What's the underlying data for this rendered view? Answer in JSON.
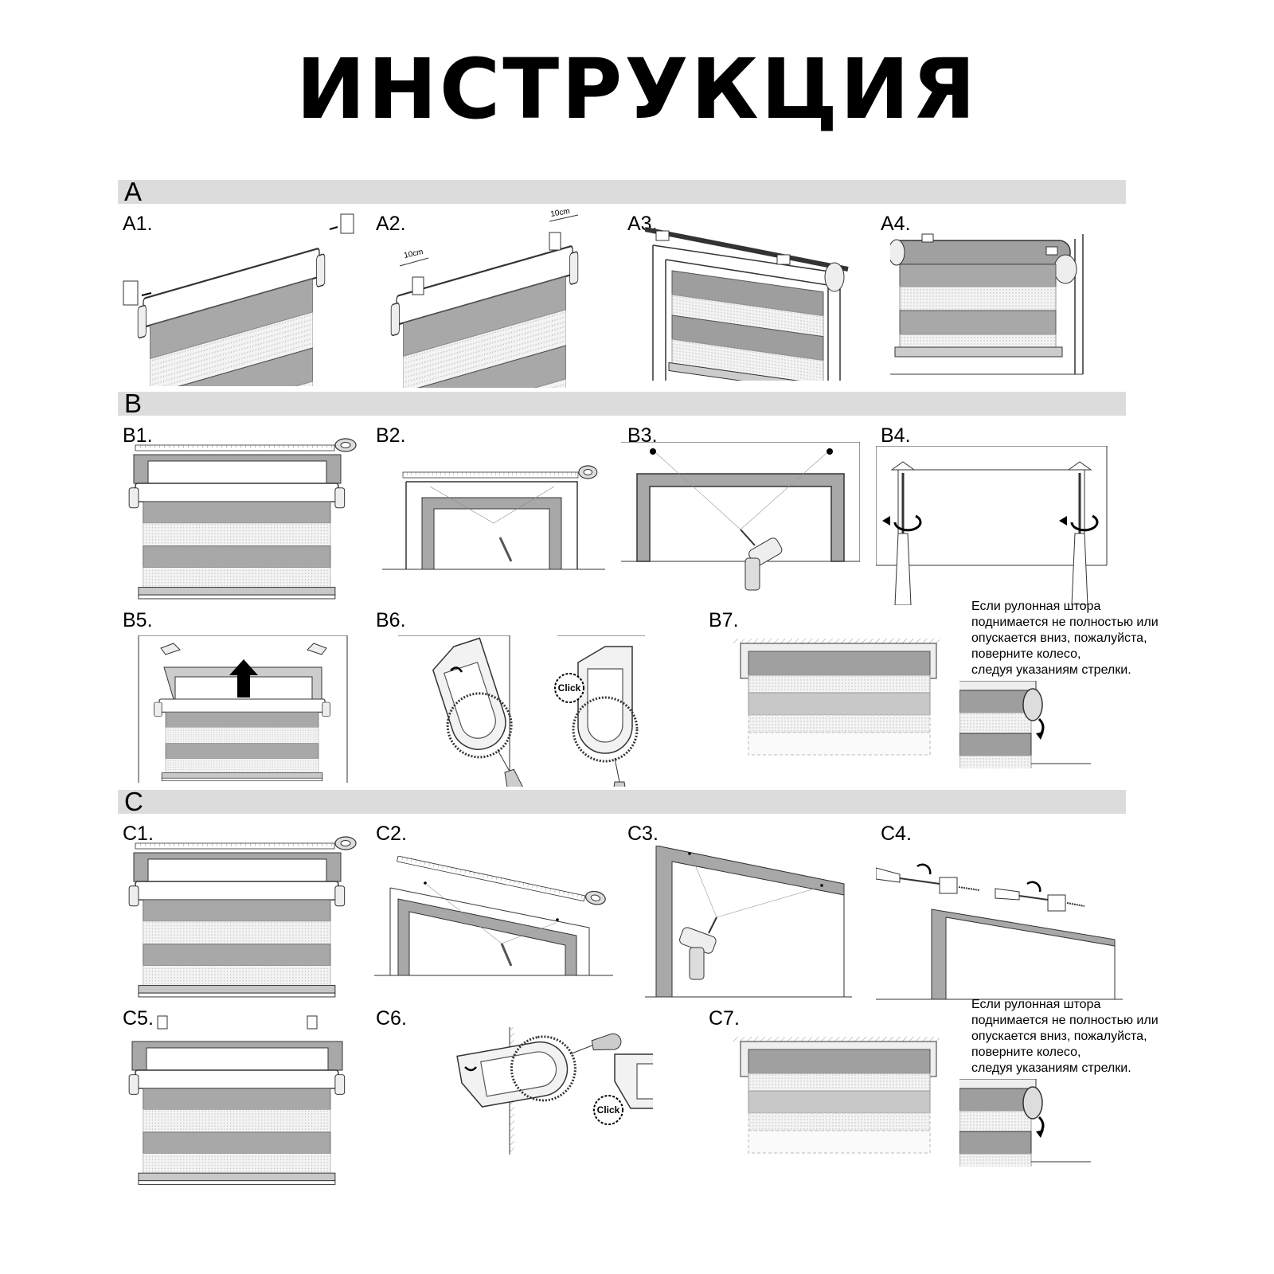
{
  "title": "ИНСТРУКЦИЯ",
  "sections": {
    "a": "A",
    "b": "B",
    "c": "C"
  },
  "steps": {
    "a1": "A1.",
    "a2": "A2.",
    "a3": "A3.",
    "a4": "A4.",
    "b1": "B1.",
    "b2": "B2.",
    "b3": "B3.",
    "b4": "B4.",
    "b5": "B5.",
    "b6": "B6.",
    "b7": "B7.",
    "c1": "C1.",
    "c2": "C2.",
    "c3": "C3.",
    "c4": "C4.",
    "c5": "C5.",
    "c6": "C6.",
    "c7": "C7."
  },
  "measure_label": "10cm",
  "click_label": "Click",
  "note_lines": [
    "Если рулонная штора",
    "поднимается не полностью или",
    "опускается вниз, пожалуйста,",
    "поверните колесо,",
    "следуя указаниям стрелки."
  ]
}
